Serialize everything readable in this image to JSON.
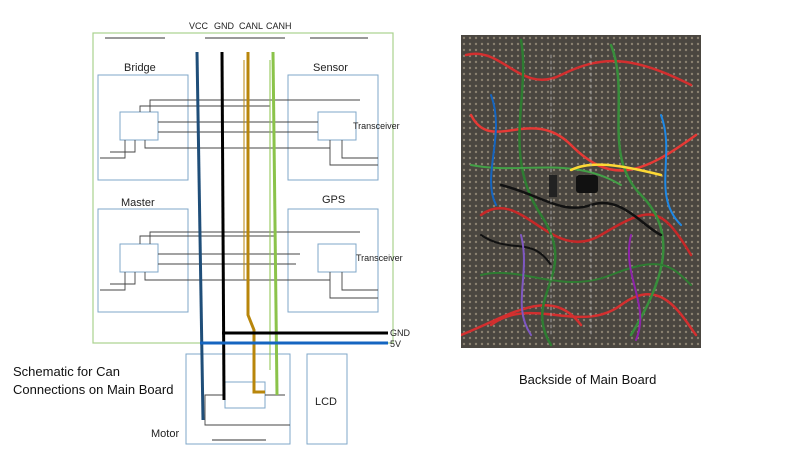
{
  "bus_labels": {
    "vcc": "VCC",
    "gnd": "GND",
    "canl": "CANL",
    "canh": "CANH"
  },
  "modules": {
    "bridge": "Bridge",
    "sensor": "Sensor",
    "master": "Master",
    "gps": "GPS",
    "motor": "Motor",
    "lcd": "LCD"
  },
  "transceiver_label": "Transceiver",
  "rail_labels": {
    "gnd": "GND",
    "v5": "5V"
  },
  "caption_schematic": [
    "Schematic for  Can",
    "Connections on Main Board"
  ],
  "caption_photo": "Backside of Main Board",
  "colors": {
    "vcc": "#1f4e79",
    "gnd": "#000000",
    "canl": "#b8860b",
    "canh": "#8bc34a",
    "rail5v": "#1565c0",
    "box": "#7fa7c9",
    "board": "#a9d18e"
  }
}
